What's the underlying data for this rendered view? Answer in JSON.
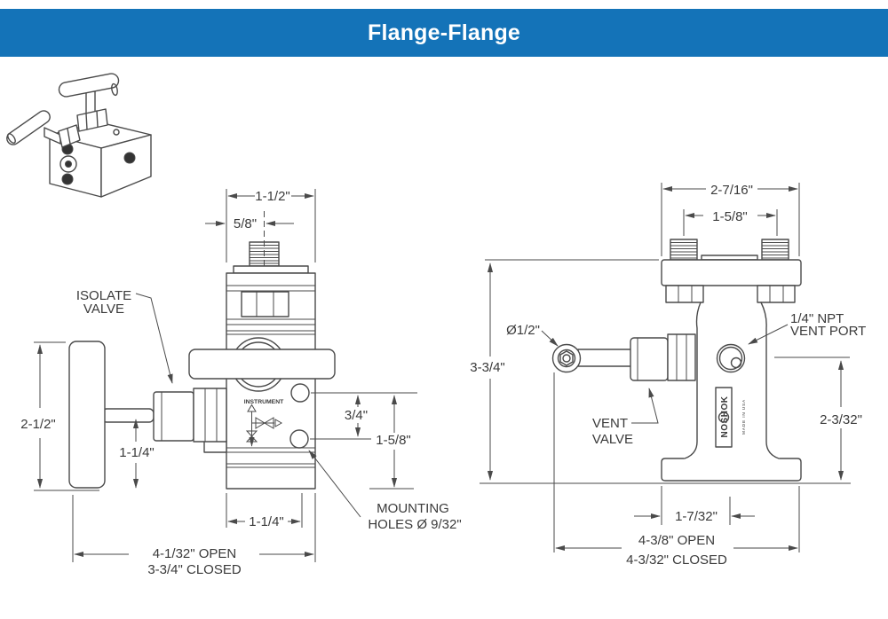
{
  "header": {
    "title": "Flange-Flange",
    "bg_color": "#1473b8",
    "text_color": "#ffffff"
  },
  "line_color": "#4a4a4a",
  "left_drawing": {
    "labels": {
      "isolate_line1": "ISOLATE",
      "isolate_line2": "VALVE",
      "instrument": "INSTRUMENT",
      "mounting_line1": "MOUNTING",
      "mounting_line2": "HOLES Ø 9/32\""
    },
    "dims": {
      "body_width": "1-1/2\"",
      "port_offset": "5/8\"",
      "handle_length": "2-1/2\"",
      "stem_height": "1-1/4\"",
      "hole_spacing": "3/4\"",
      "hole_to_base": "1-5/8\"",
      "hole_offset": "1-1/4\"",
      "open": "4-1/32\" OPEN",
      "closed": "3-3/4\" CLOSED"
    }
  },
  "right_drawing": {
    "labels": {
      "handle_diameter": "Ø1/2\"",
      "vent_port_line1": "1/4\" NPT",
      "vent_port_line2": "VENT PORT",
      "vent_valve_line1": "VENT",
      "vent_valve_line2": "VALVE",
      "brand": "NOSHOK",
      "made_in": "MADE IN USA"
    },
    "dims": {
      "flange_width": "2-7/16\"",
      "stud_spacing": "1-5/8\"",
      "overall_height": "3-3/4\"",
      "port_height": "2-3/32\"",
      "web_offset": "1-7/32\"",
      "open": "4-3/8\" OPEN",
      "closed": "4-3/32\" CLOSED"
    }
  }
}
